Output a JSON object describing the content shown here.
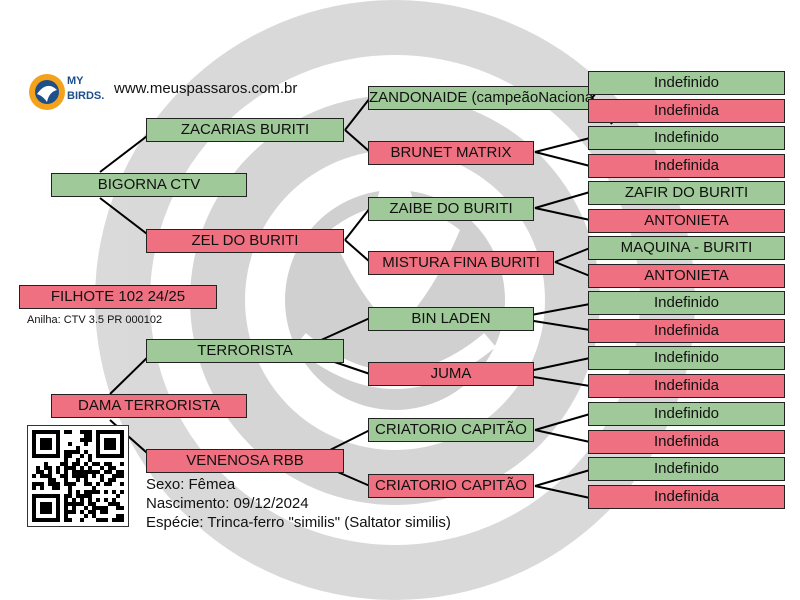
{
  "header": {
    "brand_line1": "MY",
    "brand_line2": "BIRDS.",
    "website": "www.meuspassaros.com.br"
  },
  "subject": {
    "name": "FILHOTE 102 24/25",
    "ring": "Anilha: CTV 3.5 PR 000102",
    "sex": "Sexo: Fêmea",
    "birth": "Nascimento: 09/12/2024",
    "species": "Espécie: Trinca-ferro \"similis\" (Saltator similis)"
  },
  "parents": {
    "father": "BIGORNA CTV",
    "mother": "DAMA TERRORISTA"
  },
  "grandparents": {
    "ff": "ZACARIAS BURITI",
    "fm": "ZEL DO BURITI",
    "mf": "TERRORISTA",
    "mm": "VENENOSA RBB"
  },
  "great_grandparents": {
    "fff": "ZANDONAIDE (campeãoNacional)",
    "ffm": "BRUNET MATRIX",
    "fmf": "ZAIBE DO BURITI",
    "fmm": "MISTURA FINA BURITI",
    "mff": "BIN LADEN",
    "mfm": "JUMA",
    "mmf": "CRIATORIO CAPITÃO",
    "mmm": "CRIATORIO CAPITÃO"
  },
  "great_great_grandparents": [
    "Indefinido",
    "Indefinida",
    "Indefinido",
    "Indefinida",
    "ZAFIR DO BURITI",
    "ANTONIETA",
    "MAQUINA - BURITI",
    "ANTONIETA",
    "Indefinido",
    "Indefinida",
    "Indefinido",
    "Indefinida",
    "Indefinido",
    "Indefinida",
    "Indefinido",
    "Indefinida"
  ],
  "colors": {
    "male": "#9fc999",
    "female": "#ef7080"
  }
}
